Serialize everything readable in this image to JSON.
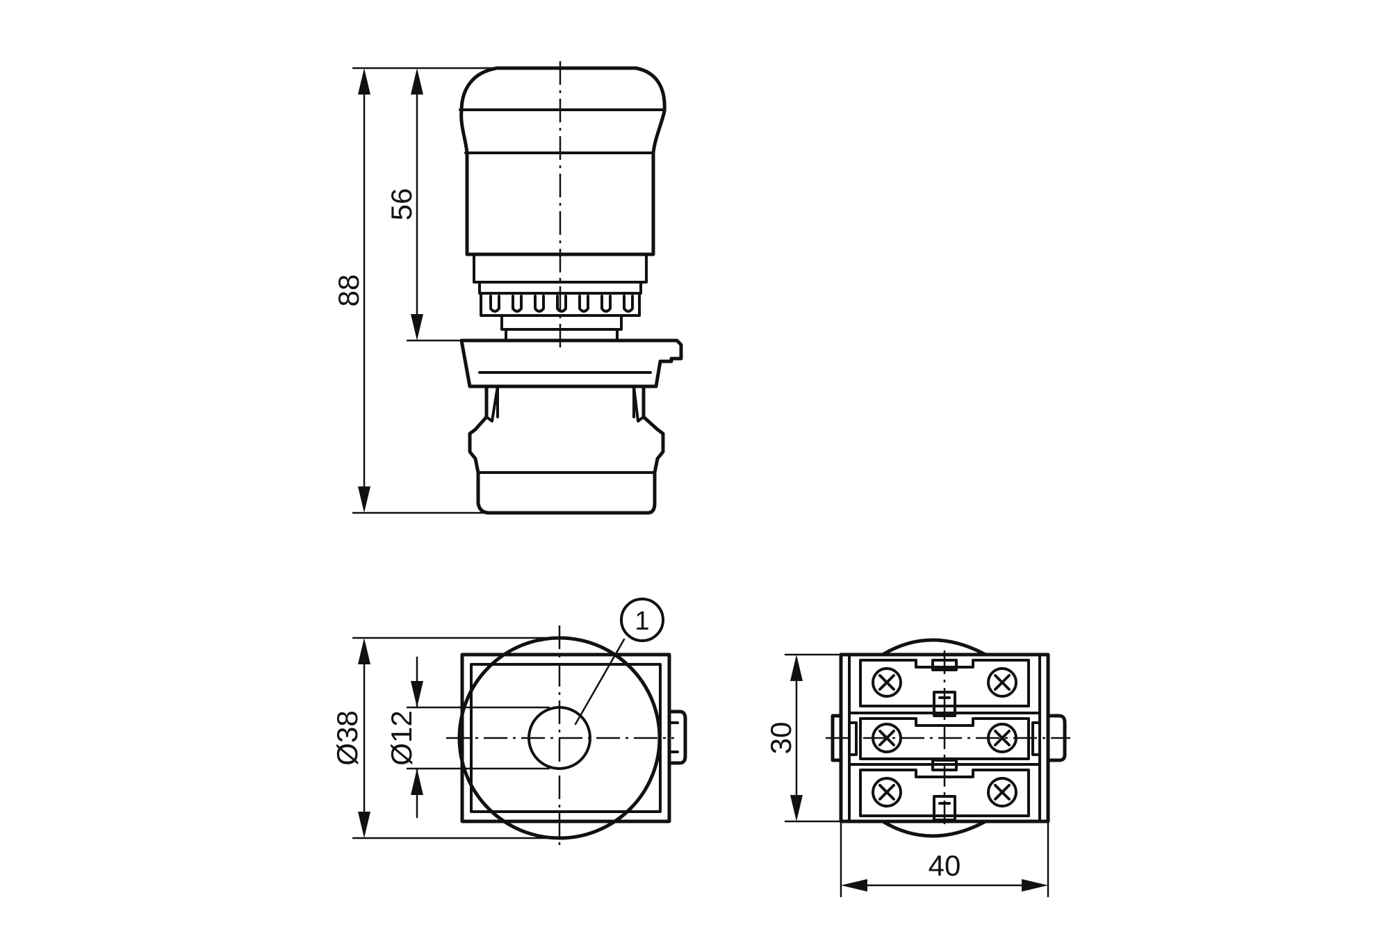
{
  "dimensions": {
    "overall_height": "88",
    "head_height": "56",
    "head_diameter": "Ø38",
    "center_diameter": "Ø12",
    "block_height": "30",
    "block_width": "40"
  },
  "callouts": {
    "item_1": "1"
  }
}
